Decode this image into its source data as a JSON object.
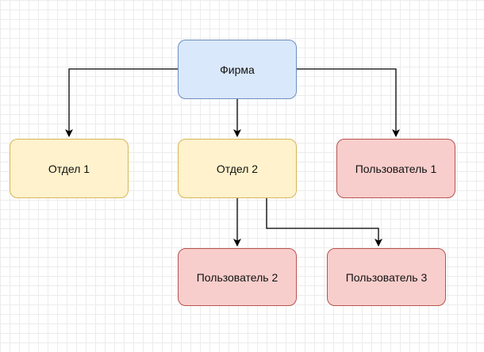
{
  "nodes": {
    "firm": {
      "label": "Фирма"
    },
    "dept1": {
      "label": "Отдел 1"
    },
    "dept2": {
      "label": "Отдел 2"
    },
    "user1": {
      "label": "Пользователь 1"
    },
    "user2": {
      "label": "Пользователь 2"
    },
    "user3": {
      "label": "Пользователь 3"
    }
  },
  "edges": [
    {
      "from": "firm",
      "to": "dept1"
    },
    {
      "from": "firm",
      "to": "dept2"
    },
    {
      "from": "firm",
      "to": "user1"
    },
    {
      "from": "dept2",
      "to": "user2"
    },
    {
      "from": "dept2",
      "to": "user3"
    }
  ],
  "colors": {
    "blue_fill": "#dae8fc",
    "blue_stroke": "#6c8ebf",
    "yellow_fill": "#fff2cc",
    "yellow_stroke": "#d6b656",
    "red_fill": "#f8cecc",
    "red_stroke": "#b85450",
    "edge": "#000000"
  }
}
